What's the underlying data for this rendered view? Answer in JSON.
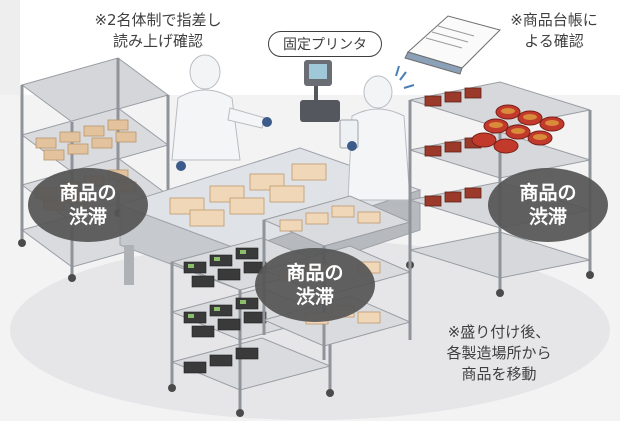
{
  "labels": {
    "top_left": [
      "※2名体制で指差し",
      "読み上げ確認"
    ],
    "printer": "固定プリンタ",
    "top_right": [
      "※商品台帳に",
      "よる確認"
    ],
    "bottom_right": [
      "※盛り付け後、",
      "各製造場所から",
      "商品を移動"
    ]
  },
  "bubbles": [
    [
      "商品の",
      "渋滞"
    ],
    [
      "商品の",
      "渋滞"
    ],
    [
      "商品の",
      "渋滞"
    ]
  ],
  "colors": {
    "background": "#f1f1f1",
    "floor": "#e3e3e5",
    "rack_frame": "#bcbcc0",
    "bubble": "#555555",
    "table_steel": "#c9ccd0",
    "tray": "#e8d5bf",
    "bowl_red": "#b33024",
    "text": "#3f3f3f"
  }
}
